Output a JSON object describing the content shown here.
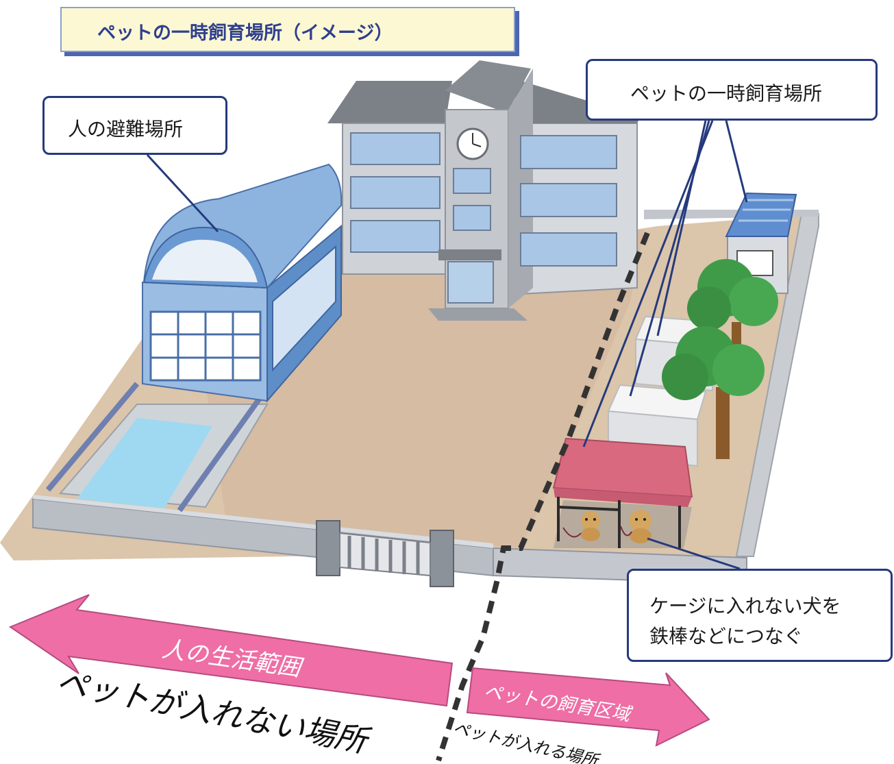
{
  "title": "ペットの一時飼育場所（イメージ）",
  "callouts": {
    "people_shelter": "人の避難場所",
    "pet_area": "ペットの一時飼育場所",
    "dog_note_line1": "ケージに入れない犬を",
    "dog_note_line2": "鉄棒などにつなぐ"
  },
  "arrows": {
    "left_label": "人の生活範囲",
    "left_caption": "ペットが入れない場所",
    "right_label": "ペットの飼育区域",
    "right_caption": "ペットが入れる場所"
  },
  "colors": {
    "callout_border": "#253a7c",
    "arrow_pink": "#ee6ea5",
    "ground": "#dbc5ab",
    "gym_blue": "#7ea9d8",
    "tent_roof": "#d9697f",
    "tree_green": "#3f9b47"
  }
}
